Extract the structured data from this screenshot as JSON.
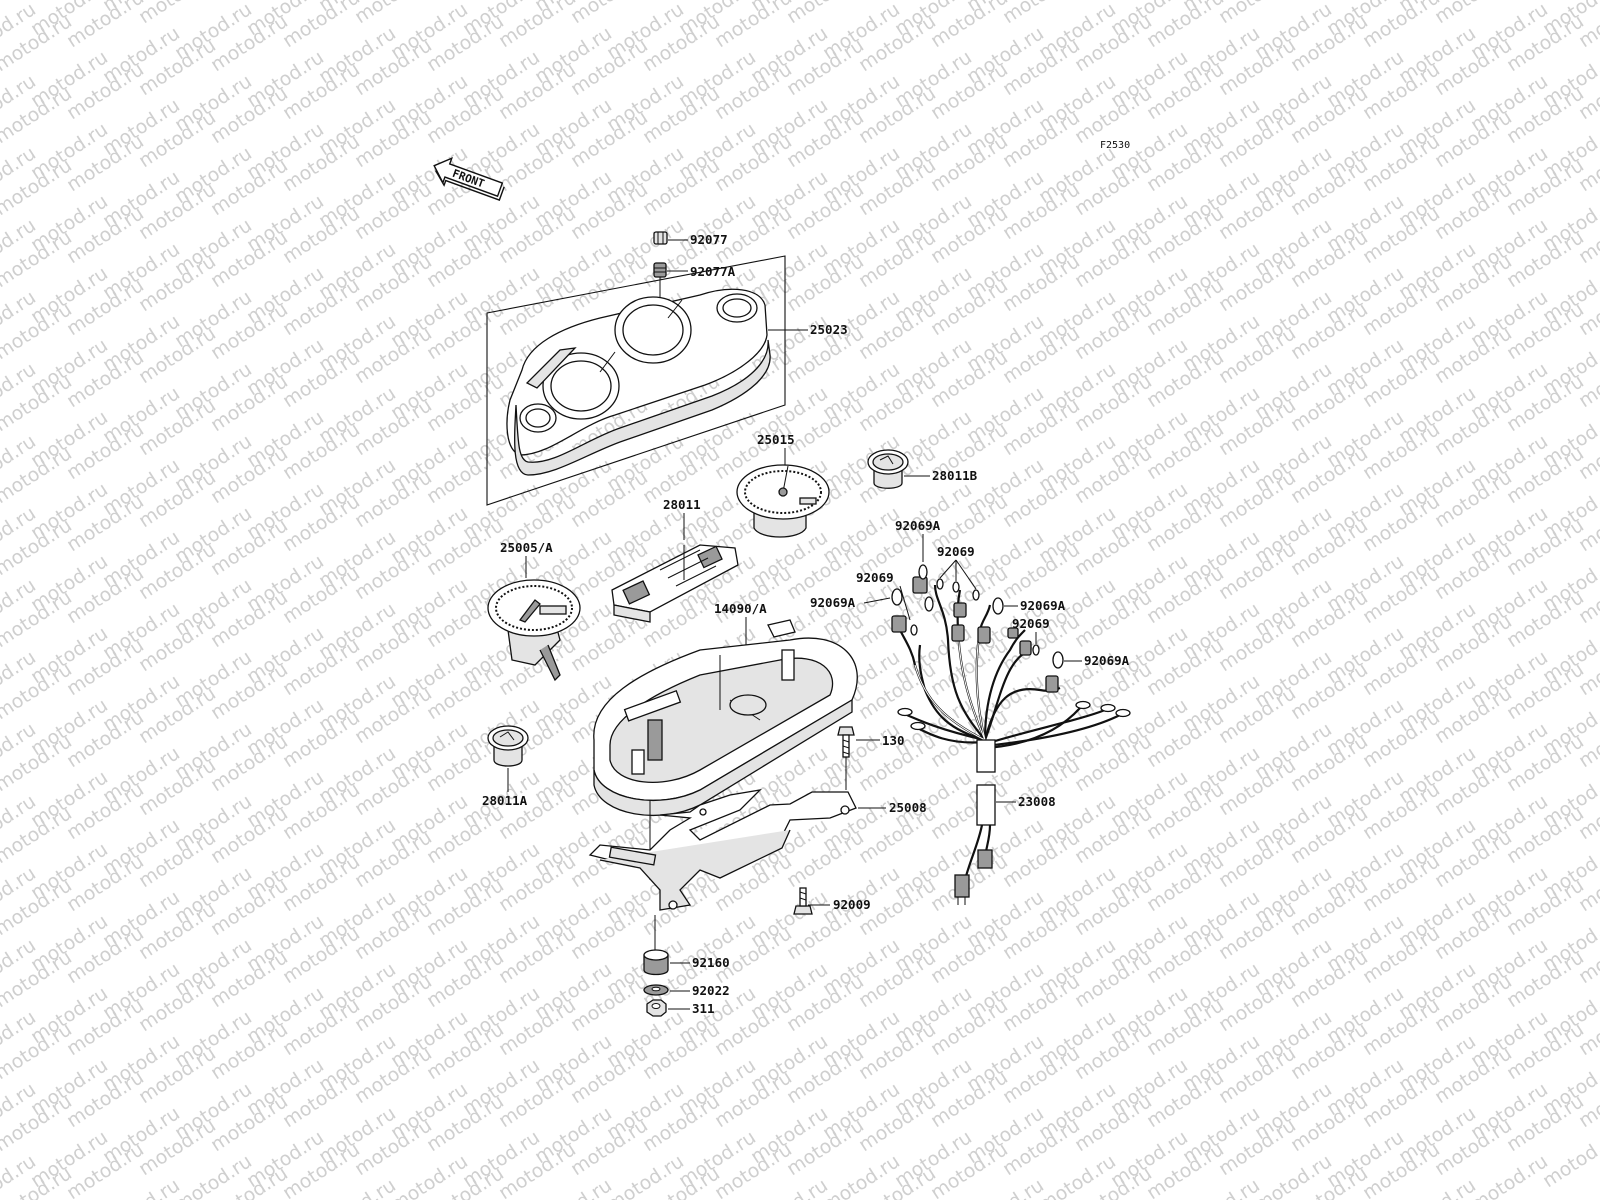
{
  "diagram": {
    "code": "F2530",
    "front_label": "FRONT",
    "watermark_text": "motod.ru",
    "colors": {
      "line": "#111111",
      "watermark": "#cfcfcf",
      "background": "#ffffff"
    }
  },
  "labels": {
    "p92077": "92077",
    "p92077A": "92077A",
    "p25023": "25023",
    "p25015": "25015",
    "p28011B": "28011B",
    "p28011": "28011",
    "p25005A": "25005/A",
    "p92069A_top": "92069A",
    "p92069_top": "92069",
    "p92069_left": "92069",
    "p92069A_left": "92069A",
    "p92069A_right": "92069A",
    "p92069_right": "92069",
    "p92069A_bottom": "92069A",
    "p14090A": "14090/A",
    "p130": "130",
    "p25008": "25008",
    "p23008": "23008",
    "p28011A": "28011A",
    "p92009": "92009",
    "p92160": "92160",
    "p92022": "92022",
    "p311": "311"
  }
}
